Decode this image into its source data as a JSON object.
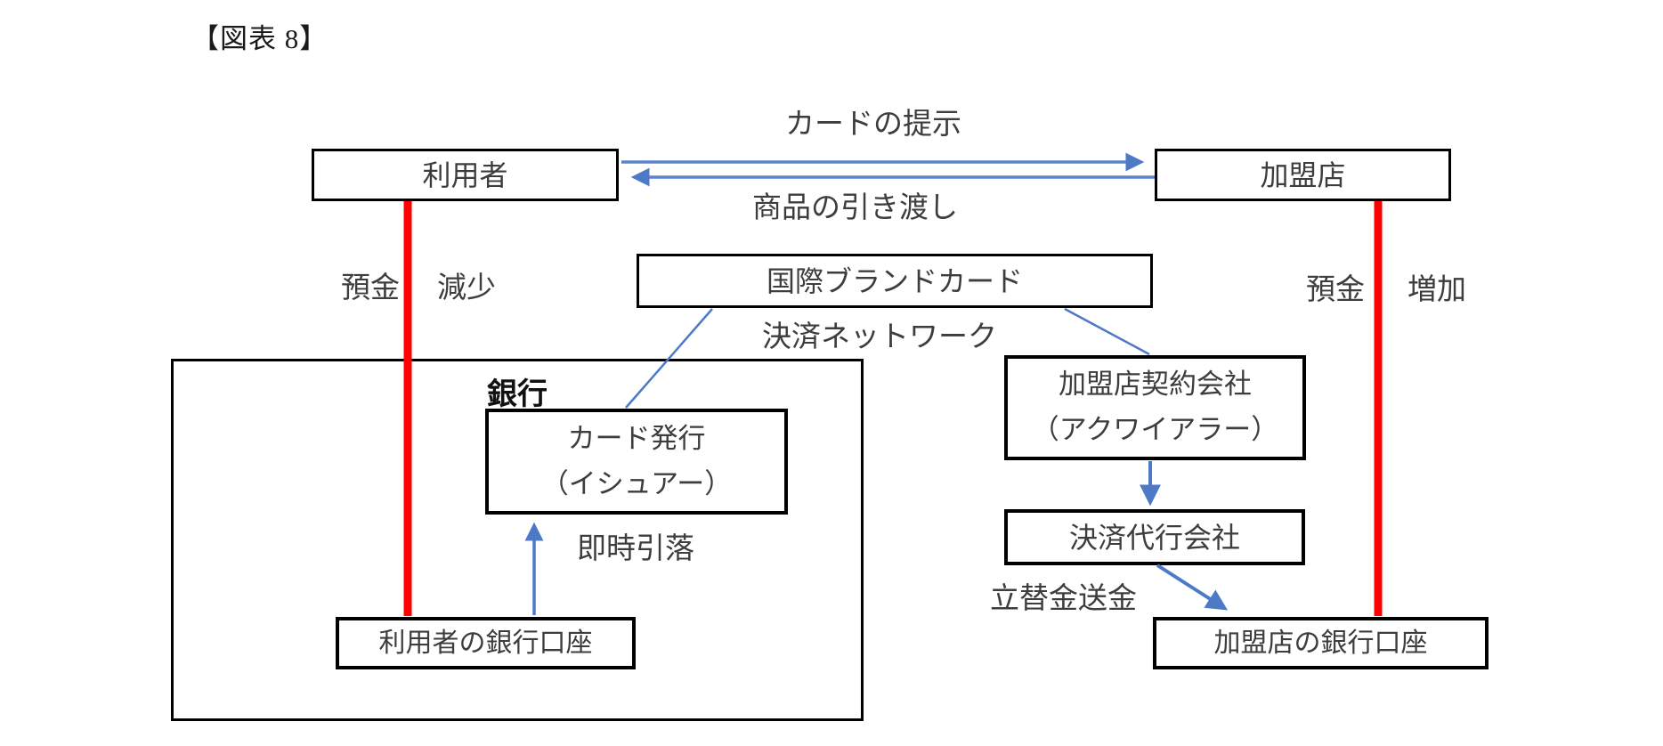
{
  "title": "【図表 8】",
  "colors": {
    "arrow_blue": "#4d79c7",
    "line_red": "#ff0000",
    "box_border": "#000000"
  },
  "nodes": {
    "user": "利用者",
    "merchant": "加盟店",
    "brand_card": "国際ブランドカード",
    "bank": "銀行",
    "issuer_line1": "カード発行",
    "issuer_line2": "（イシュアー）",
    "user_account": "利用者の銀行口座",
    "acquirer_line1": "加盟店契約会社",
    "acquirer_line2": "（アクワイアラー）",
    "psp": "決済代行会社",
    "merchant_account": "加盟店の銀行口座"
  },
  "labels": {
    "card_presentation": "カードの提示",
    "goods_delivery": "商品の引き渡し",
    "payment_network": "決済ネットワーク",
    "deposit_left": "預金",
    "decrease": "減少",
    "deposit_right": "預金",
    "increase": "増加",
    "instant_debit": "即時引落",
    "advance_remittance": "立替金送金"
  }
}
